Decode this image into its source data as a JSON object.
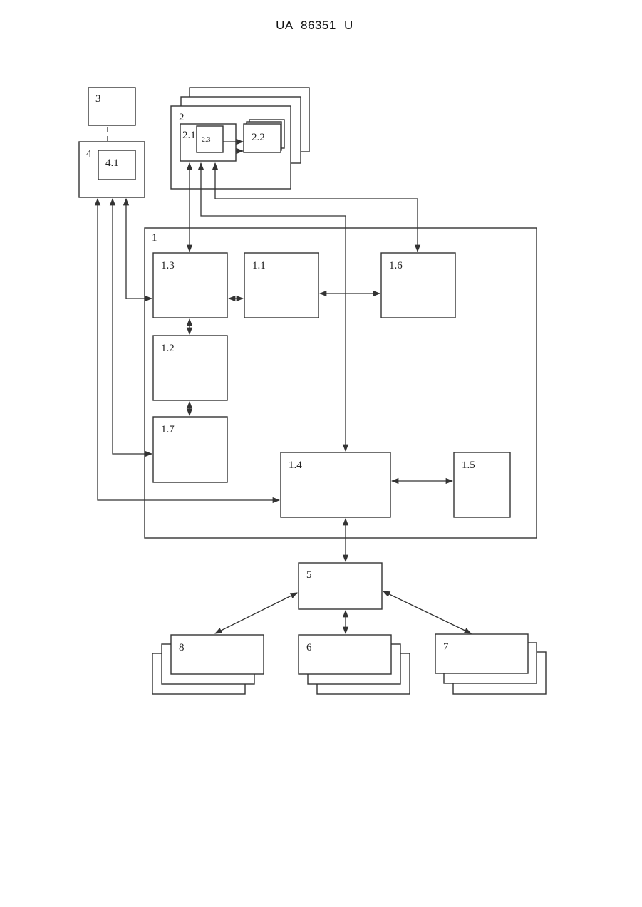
{
  "header": {
    "doc_id": "UA   86351   U"
  },
  "blocks": {
    "b1": "1",
    "b1_1": "1.1",
    "b1_2": "1.2",
    "b1_3": "1.3",
    "b1_4": "1.4",
    "b1_5": "1.5",
    "b1_6": "1.6",
    "b1_7": "1.7",
    "b2": "2",
    "b2_1": "2.1",
    "b2_2": "2.2",
    "b2_3": "2.3",
    "b3": "3",
    "b4": "4",
    "b4_1": "4.1",
    "b5": "5",
    "b6": "6",
    "b7": "7",
    "b8": "8"
  }
}
